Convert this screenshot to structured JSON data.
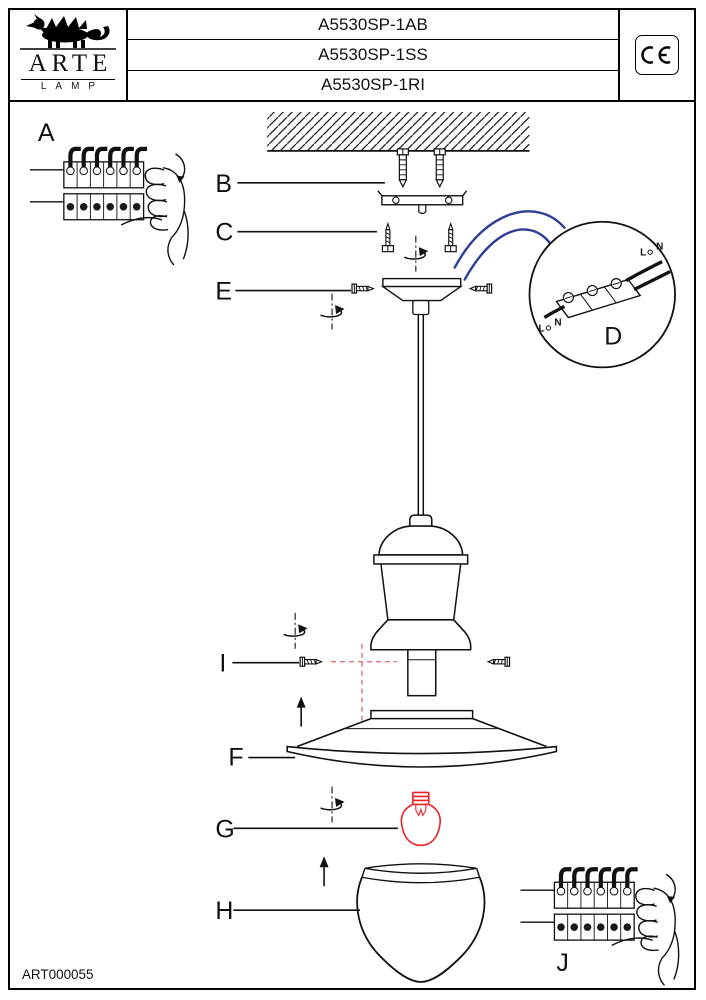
{
  "header": {
    "brand": {
      "top": "ARTE",
      "bottom": "LAMP"
    },
    "models": [
      "A5530SP-1AB",
      "A5530SP-1SS",
      "A5530SP-1RI"
    ],
    "ce": "CE"
  },
  "diagram": {
    "labels": {
      "a": "A",
      "b": "B",
      "c": "C",
      "d": "D",
      "e": "E",
      "f": "F",
      "g": "G",
      "h": "H",
      "i": "I",
      "j": "J"
    },
    "detail": {
      "top_l": "L",
      "top_n": "N",
      "bottom_l": "L",
      "bottom_n": "N"
    },
    "colors": {
      "callout_blue": "#2e3d96",
      "bulb_red": "#e8232a",
      "guide_red": "#e06666"
    }
  },
  "footer": {
    "code": "ART000055"
  }
}
